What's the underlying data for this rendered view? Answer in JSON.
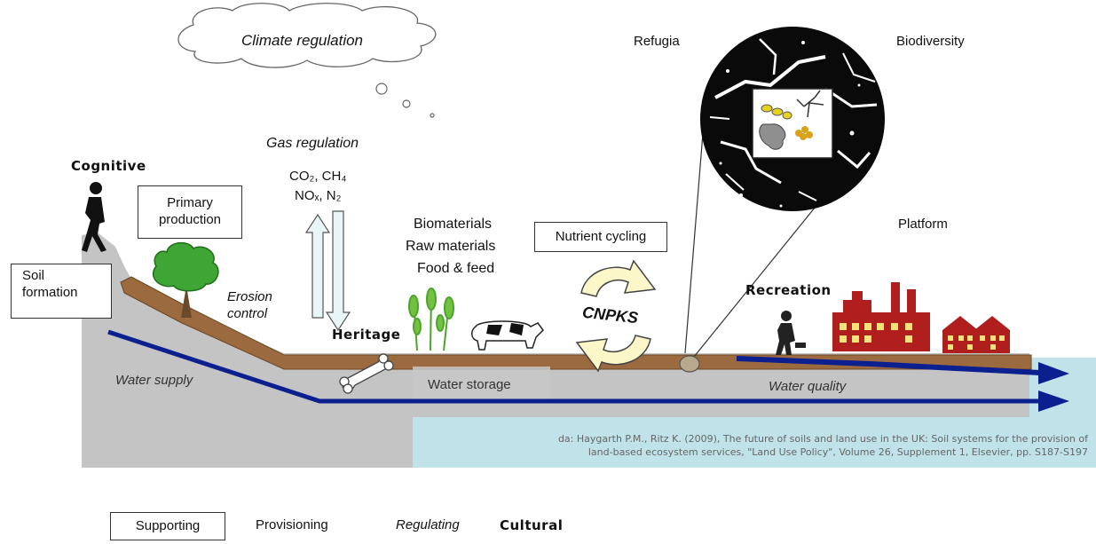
{
  "labels": {
    "climate_regulation": "Climate regulation",
    "gas_regulation": "Gas regulation",
    "gas_line1": "CO₂, CH₄",
    "gas_line2": "NOₓ, N₂",
    "cognitive": "Cognitive",
    "primary_production": "Primary production",
    "soil_formation": "Soil formation",
    "erosion_control": "Erosion control",
    "heritage": "Heritage",
    "biomaterials": "Biomaterials",
    "raw_materials": "Raw materials",
    "food_feed": "Food & feed",
    "nutrient_cycling": "Nutrient cycling",
    "cnpks": "CNPKS",
    "refugia": "Refugia",
    "biodiversity": "Biodiversity",
    "platform": "Platform",
    "recreation": "Recreation",
    "water_supply": "Water supply",
    "water_storage": "Water storage",
    "water_quality": "Water quality"
  },
  "citation": {
    "line1": "da: Haygarth P.M., Ritz K. (2009), The future of soils and land use in the UK: Soil systems for the provision of",
    "line2": "land-based ecosystem services, \"Land Use Policy\", Volume 26, Supplement 1, Elsevier, pp. S187-S197"
  },
  "legend": {
    "supporting": "Supporting",
    "provisioning": "Provisioning",
    "regulating": "Regulating",
    "cultural": "Cultural"
  },
  "colors": {
    "ground": "#c4c4c4",
    "soil": "#9b6b3f",
    "water_arrow": "#0b1f8f",
    "water_body": "#bfe3e8",
    "tree": "#3fa535",
    "factory": "#b01e1e"
  }
}
